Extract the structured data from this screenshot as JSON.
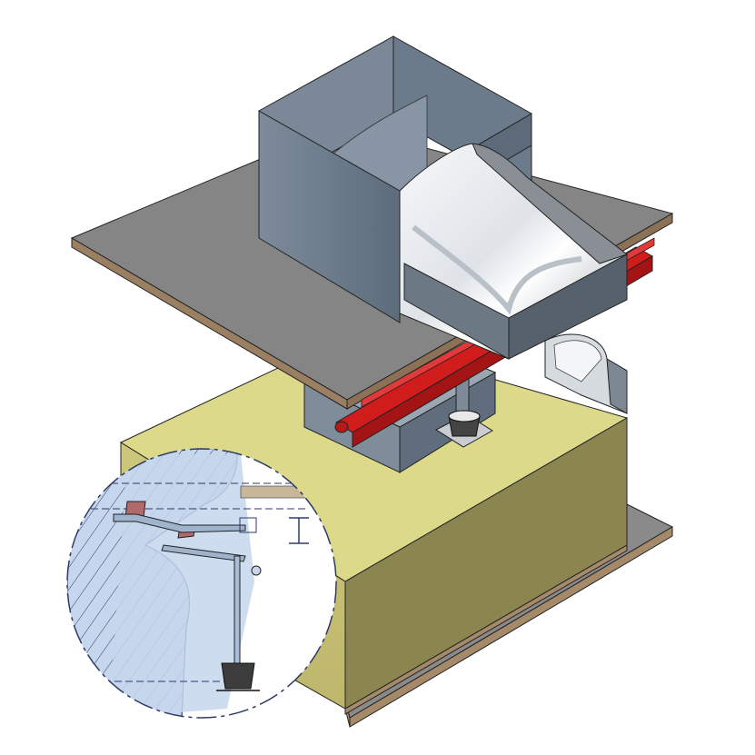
{
  "figure": {
    "kind": "isometric CAD assembly with circular detail inset",
    "text": [],
    "colors": {
      "background": "#ffffff",
      "slab_top": "#858585",
      "slab_edge": "#9a7f63",
      "block_top": "#ddd98a",
      "block_front": "#c9c377",
      "block_right": "#8b8650",
      "hopper_steel": "#69798a",
      "chute_highlight": "#f2f4f6",
      "rail_red": "#d11c1c",
      "inset_fill": "#c6d6ec",
      "inset_outline": "#2e3b66",
      "bearing_pad": "#b06a6a"
    }
  },
  "components": [
    {
      "name": "upper-deck-slab"
    },
    {
      "name": "hopper-box"
    },
    {
      "name": "sloped-chute"
    },
    {
      "name": "red-support-rail"
    },
    {
      "name": "lower-chute-segment"
    },
    {
      "name": "support-post"
    },
    {
      "name": "base-block"
    },
    {
      "name": "lower-base-plate"
    },
    {
      "name": "detail-view-inset"
    }
  ]
}
